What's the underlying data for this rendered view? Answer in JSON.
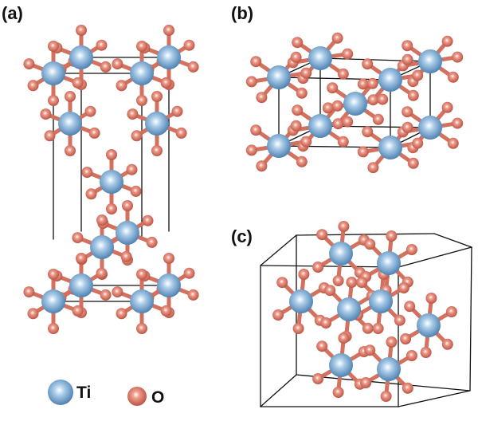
{
  "panels": [
    {
      "label": "(a)"
    },
    {
      "label": "(b)"
    },
    {
      "label": "(c)"
    }
  ],
  "legend": [
    {
      "symbol": "Ti",
      "color": "#6a9cc8"
    },
    {
      "symbol": "O",
      "color": "#d4705e"
    }
  ],
  "colors": {
    "ti": "#6a9cc8",
    "o": "#d4705e",
    "cell": "#111111"
  }
}
